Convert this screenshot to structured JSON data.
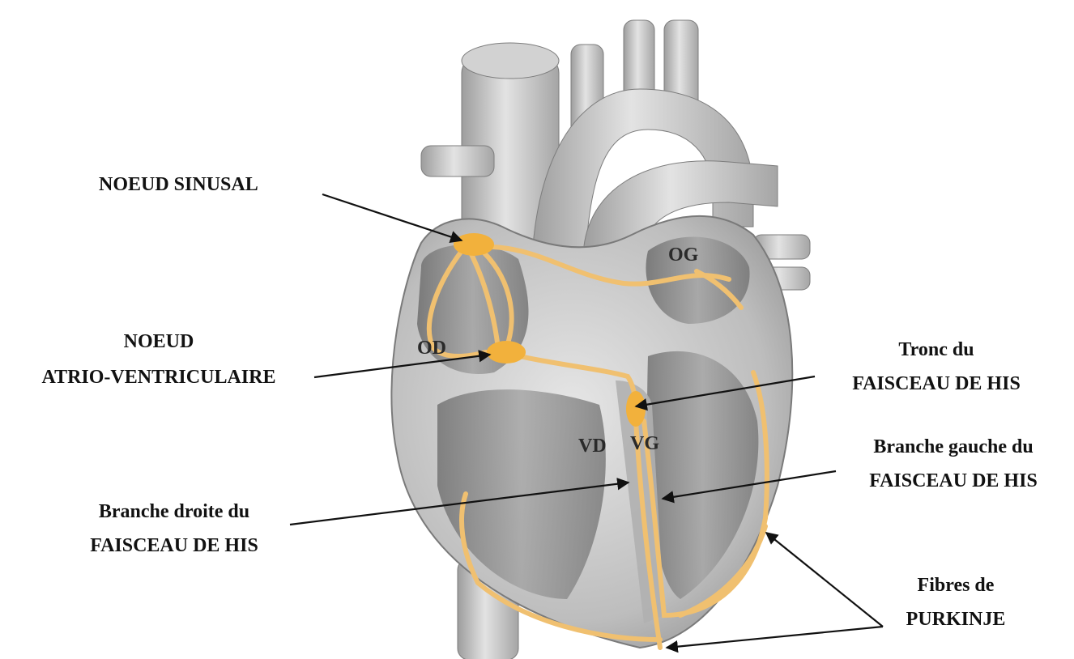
{
  "labels": {
    "sinus_node": "NOEUD SINUSAL",
    "av_node_line1": "NOEUD",
    "av_node_line2": "ATRIO-VENTRICULAIRE",
    "his_trunk_line1": "Tronc du",
    "his_trunk_line2": "FAISCEAU DE HIS",
    "left_branch_line1": "Branche gauche du",
    "left_branch_line2": "FAISCEAU DE HIS",
    "right_branch_line1": "Branche droite du",
    "right_branch_line2": "FAISCEAU DE HIS",
    "purkinje_line1": "Fibres de",
    "purkinje_line2": "PURKINJE"
  },
  "chambers": {
    "left_atrium": "OG",
    "right_atrium": "OD",
    "right_ventricle": "VD",
    "left_ventricle": "VG"
  },
  "colors": {
    "tissue": "#c9c9c9",
    "tissue_dark": "#8e8e8e",
    "conduction": "#f0c070",
    "node": "#f2b13c",
    "arrow": "#111111"
  }
}
